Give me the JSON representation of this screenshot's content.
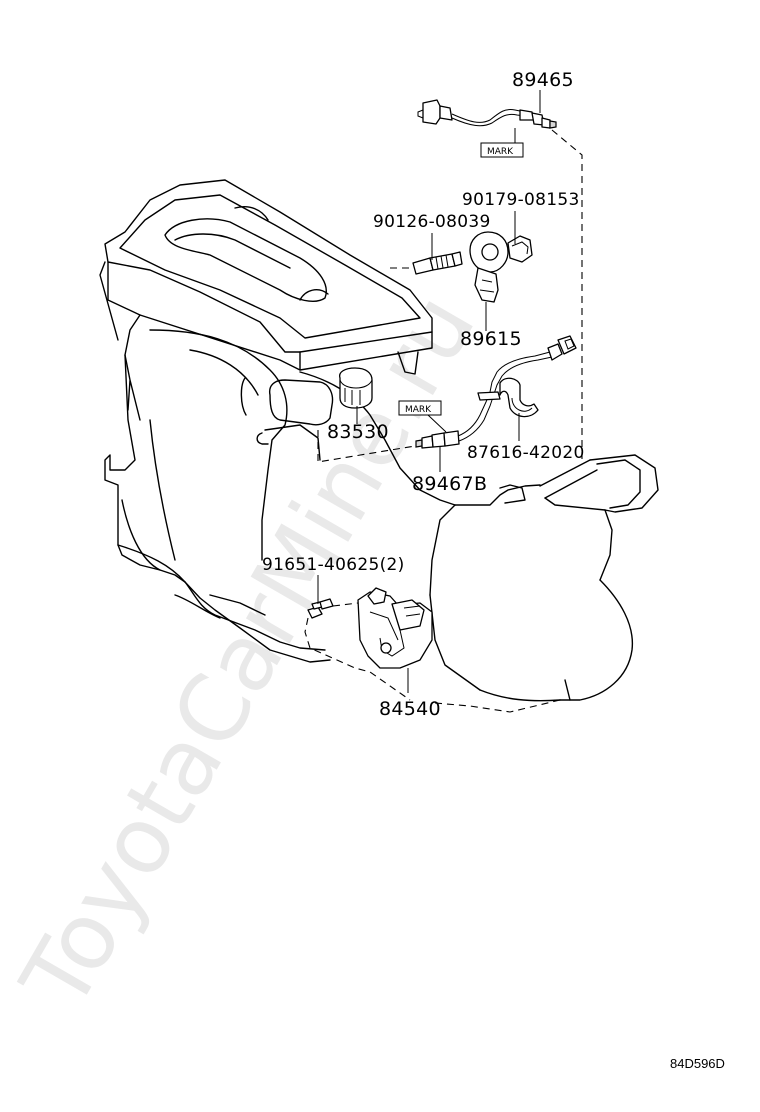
{
  "watermark": "ToyotaCarMine.ru",
  "labels": {
    "p89465": "89465",
    "p90179": "90179-08153",
    "p90126": "90126-08039",
    "p89615": "89615",
    "p83530": "83530",
    "p87616": "87616-42020",
    "p89467b": "89467B",
    "p91651": "91651-40625(2)",
    "p84540": "84540"
  },
  "marks": {
    "upper": "MARK",
    "lower": "MARK"
  },
  "diagram_code": "84D596D"
}
